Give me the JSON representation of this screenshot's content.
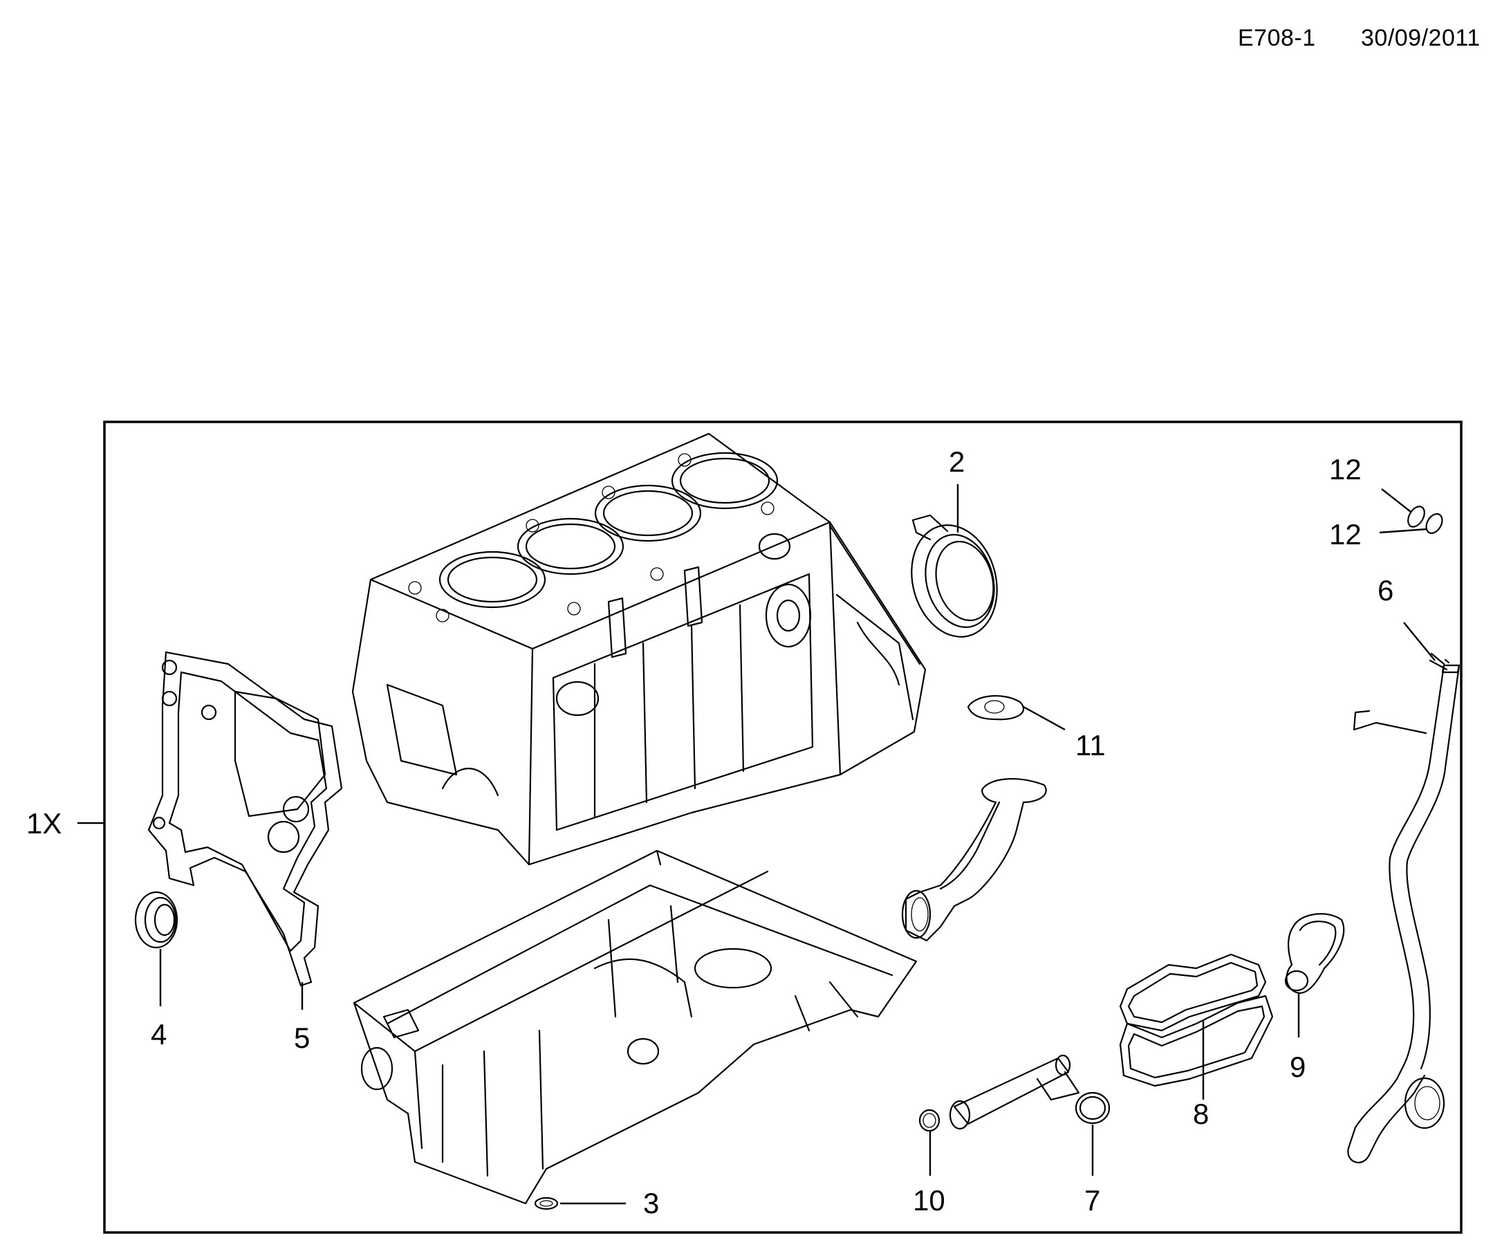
{
  "header": {
    "code": "E708-1",
    "date": "30/09/2011"
  },
  "callouts": {
    "c1x": "1X",
    "c2": "2",
    "c3": "3",
    "c4": "4",
    "c5": "5",
    "c6": "6",
    "c7": "7",
    "c8": "8",
    "c9": "9",
    "c10": "10",
    "c11": "11",
    "c12a": "12",
    "c12b": "12"
  }
}
